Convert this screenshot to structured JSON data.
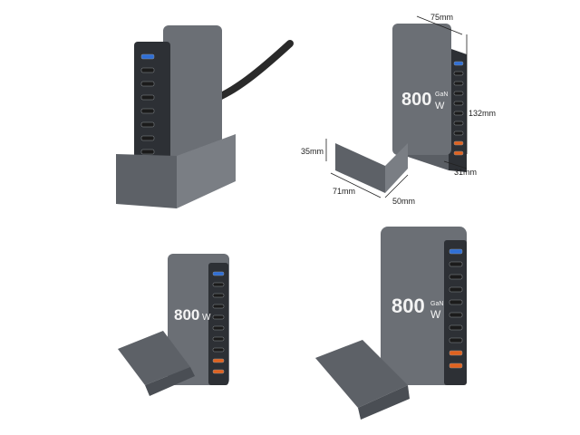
{
  "product": {
    "wattage_label": "800",
    "unit_label": "W",
    "type_label": "GaN",
    "port_count": 10,
    "port_colors": {
      "usb_c": "#2f6fd6",
      "usb_a": "#e0621f",
      "usb_c_standard": "#1b1b1b"
    }
  },
  "dimensions": {
    "width": "75mm",
    "height": "132mm",
    "depth": "31mm",
    "stand_height": "35mm",
    "stand_length": "71mm",
    "stand_width": "50mm"
  },
  "colors": {
    "body": "#6b6f75",
    "body_dark": "#4a4e54",
    "stand": "#5d6167",
    "cable": "#2a2a2a"
  }
}
